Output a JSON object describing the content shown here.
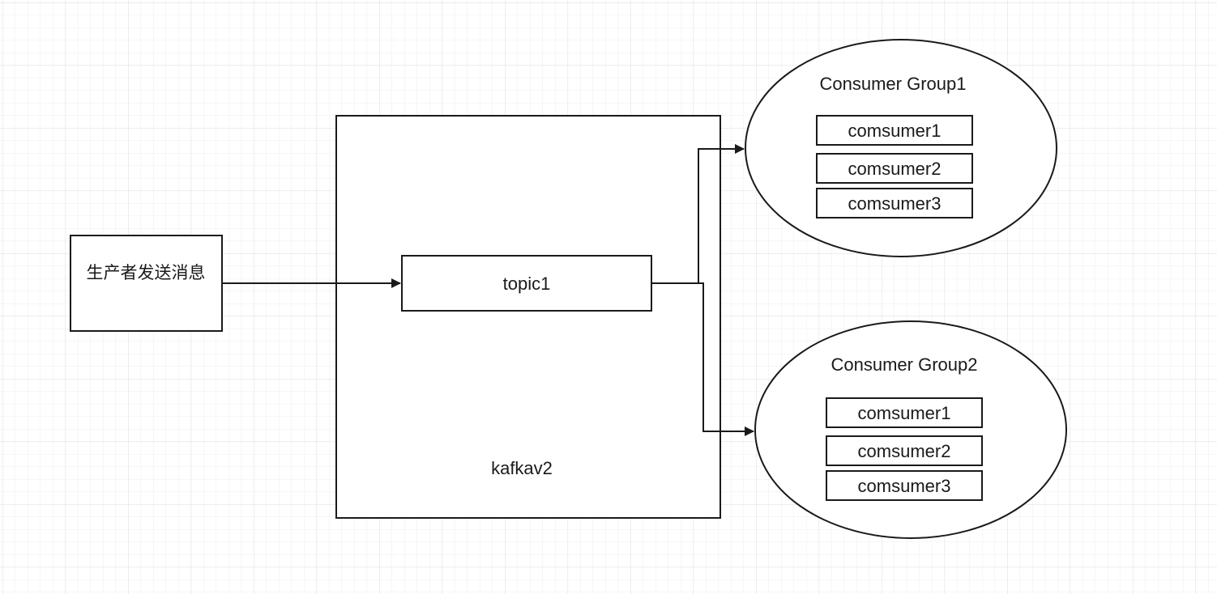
{
  "producer": {
    "label": "生产者发送消息"
  },
  "broker": {
    "label": "kafkav2"
  },
  "topic": {
    "label": "topic1"
  },
  "groups": [
    {
      "title": "Consumer Group1",
      "members": [
        "comsumer1",
        "comsumer2",
        "comsumer3"
      ]
    },
    {
      "title": "Consumer Group2",
      "members": [
        "comsumer1",
        "comsumer2",
        "comsumer3"
      ]
    }
  ],
  "colors": {
    "stroke": "#1a1a1a",
    "grid_minor": "#efefef",
    "grid_major": "#e2e2e2",
    "background": "#ffffff"
  }
}
